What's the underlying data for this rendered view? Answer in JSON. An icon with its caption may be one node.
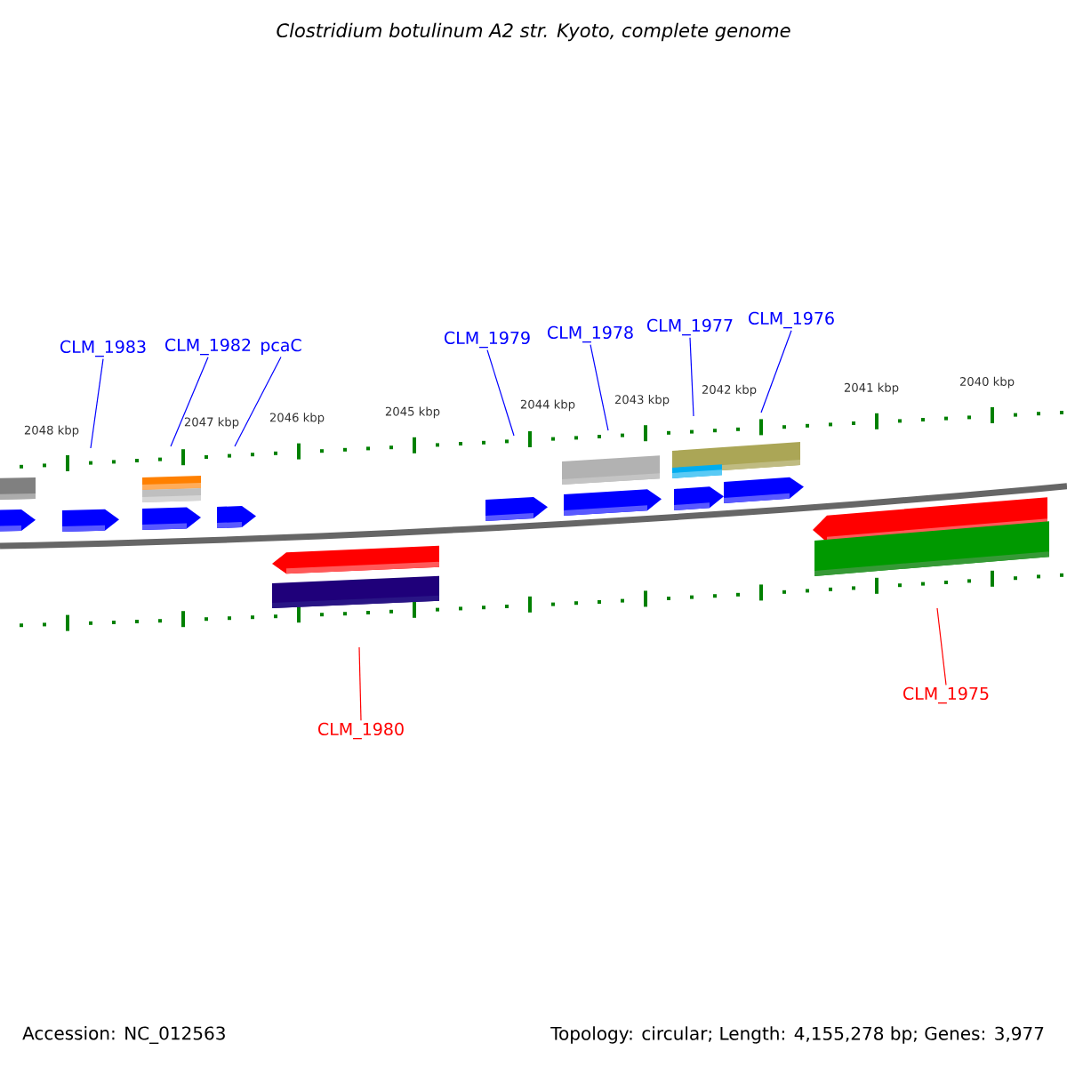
{
  "diagram": {
    "title": "Clostridium botulinum A2 str. Kyoto, complete genome",
    "nodes": [
      {
        "text": [
          "CLM_1983"
        ]
      },
      {
        "text": [
          "CLM_1982"
        ]
      },
      {
        "text": [
          "pcaC"
        ]
      },
      {
        "text": [
          "CLM_1979"
        ]
      },
      {
        "text": [
          "CLM_1978"
        ]
      },
      {
        "text": [
          "CLM_1977"
        ]
      },
      {
        "text": [
          "CLM_1976"
        ]
      },
      {
        "text": [
          "CLM_1980"
        ]
      },
      {
        "text": [
          "CLM_1975"
        ]
      }
    ],
    "edges": [
      {
        "from": 0,
        "to": null,
        "arrow": "none"
      },
      {
        "from": 1,
        "to": null,
        "arrow": "none"
      },
      {
        "from": 2,
        "to": null,
        "arrow": "none"
      },
      {
        "from": 3,
        "to": null,
        "arrow": "none"
      },
      {
        "from": 4,
        "to": null,
        "arrow": "none"
      },
      {
        "from": 5,
        "to": null,
        "arrow": "none"
      },
      {
        "from": 6,
        "to": null,
        "arrow": "none"
      },
      {
        "from": 7,
        "to": null,
        "arrow": "none",
        "color": "#ff0000"
      },
      {
        "from": 8,
        "to": null,
        "arrow": "none",
        "color": "#ff0000"
      }
    ],
    "labels": [
      "2048 kbp",
      "2047 kbp",
      "2046 kbp",
      "2045 kbp",
      "2044 kbp",
      "2043 kbp",
      "2042 kbp",
      "2041 kbp",
      "2040 kbp",
      "Accession: NC_012563",
      "Topology: circular; Length: 4,155,278 bp; Genes: 3,977"
    ]
  }
}
